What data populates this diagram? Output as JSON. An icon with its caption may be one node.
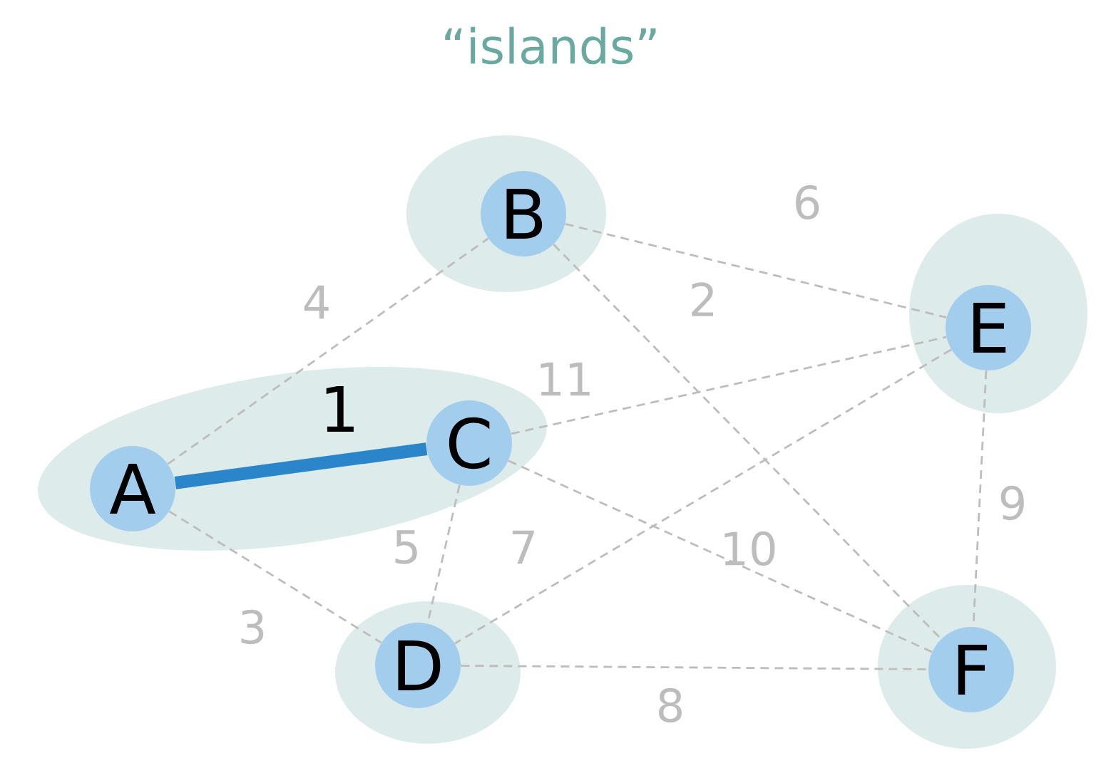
{
  "diagram": {
    "title": "“islands”",
    "nodes": [
      {
        "text": [],
        "shape": "cloud"
      },
      {
        "text": [
          "B"
        ],
        "in": 0
      },
      {
        "text": [],
        "shape": "cloud"
      },
      {
        "text": [
          "E"
        ],
        "in": 2
      },
      {
        "text": [],
        "shape": "cloud"
      },
      {
        "text": [
          "A"
        ],
        "in": 4
      },
      {
        "text": [
          "C"
        ],
        "in": 4
      },
      {
        "text": [],
        "shape": "cloud"
      },
      {
        "text": [
          "D"
        ],
        "in": 7
      },
      {
        "text": [],
        "shape": "cloud"
      },
      {
        "text": [
          "F"
        ],
        "in": 9
      }
    ],
    "edges": [
      {
        "from": 5,
        "to": 6,
        "arrow": "none",
        "label": "1",
        "style": "thick",
        "color": "#2a86c8"
      },
      {
        "from": 5,
        "to": 1,
        "arrow": "none",
        "label": "4",
        "style": "dashed"
      },
      {
        "from": 1,
        "to": 3,
        "arrow": "none",
        "label": "6",
        "style": "dashed"
      },
      {
        "from": 1,
        "to": 10,
        "arrow": "none",
        "label": "2",
        "style": "dashed"
      },
      {
        "from": 6,
        "to": 3,
        "arrow": "none",
        "label": "11",
        "style": "dashed"
      },
      {
        "from": 6,
        "to": 8,
        "arrow": "none",
        "label": "5",
        "style": "dashed"
      },
      {
        "from": 3,
        "to": 8,
        "arrow": "none",
        "label": "7",
        "style": "dashed"
      },
      {
        "from": 6,
        "to": 10,
        "arrow": "none",
        "label": "10",
        "style": "dashed"
      },
      {
        "from": 3,
        "to": 10,
        "arrow": "none",
        "label": "9",
        "style": "dashed"
      },
      {
        "from": 5,
        "to": 8,
        "arrow": "none",
        "label": "3",
        "style": "dashed"
      },
      {
        "from": 8,
        "to": 10,
        "arrow": "none",
        "label": "8",
        "style": "dashed"
      }
    ]
  }
}
